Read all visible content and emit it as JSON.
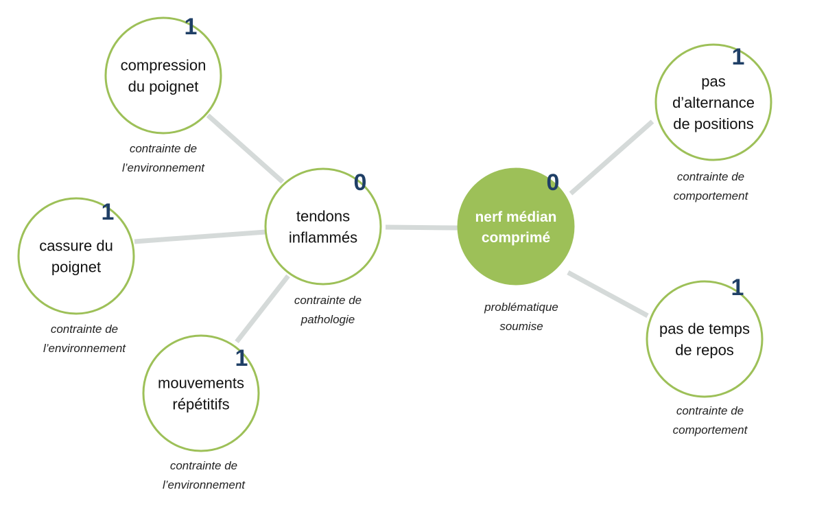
{
  "colors": {
    "accent": "#9dc058",
    "edge": "#d5dad9",
    "badge": "#1f3f66",
    "text": "#111111"
  },
  "nodes": [
    {
      "id": "compression",
      "label_lines": [
        "compression",
        "du poignet"
      ],
      "count": "1",
      "caption_lines": [
        "contrainte de",
        "l’environnement"
      ],
      "main": false
    },
    {
      "id": "cassure",
      "label_lines": [
        "cassure du",
        "poignet"
      ],
      "count": "1",
      "caption_lines": [
        "contrainte de",
        "l’environnement"
      ],
      "main": false
    },
    {
      "id": "mouvements",
      "label_lines": [
        "mouvements",
        "répétitifs"
      ],
      "count": "1",
      "caption_lines": [
        "contrainte de",
        "l’environnement"
      ],
      "main": false
    },
    {
      "id": "tendons",
      "label_lines": [
        "tendons",
        "inflammés"
      ],
      "count": "0",
      "caption_lines": [
        "contrainte de",
        "pathologie"
      ],
      "main": false
    },
    {
      "id": "nerf",
      "label_lines": [
        "nerf médian",
        "comprimé"
      ],
      "count": "0",
      "caption_lines": [
        "problématique",
        "soumise"
      ],
      "main": true
    },
    {
      "id": "alternance",
      "label_lines": [
        "pas",
        "d’alternance",
        "de positions"
      ],
      "count": "1",
      "caption_lines": [
        "contrainte de",
        "comportement"
      ],
      "main": false
    },
    {
      "id": "repos",
      "label_lines": [
        "pas de temps",
        "de repos"
      ],
      "count": "1",
      "caption_lines": [
        "contrainte de",
        "comportement"
      ],
      "main": false
    }
  ],
  "edges": [
    [
      "compression",
      "tendons"
    ],
    [
      "cassure",
      "tendons"
    ],
    [
      "mouvements",
      "tendons"
    ],
    [
      "tendons",
      "nerf"
    ],
    [
      "nerf",
      "alternance"
    ],
    [
      "nerf",
      "repos"
    ]
  ]
}
